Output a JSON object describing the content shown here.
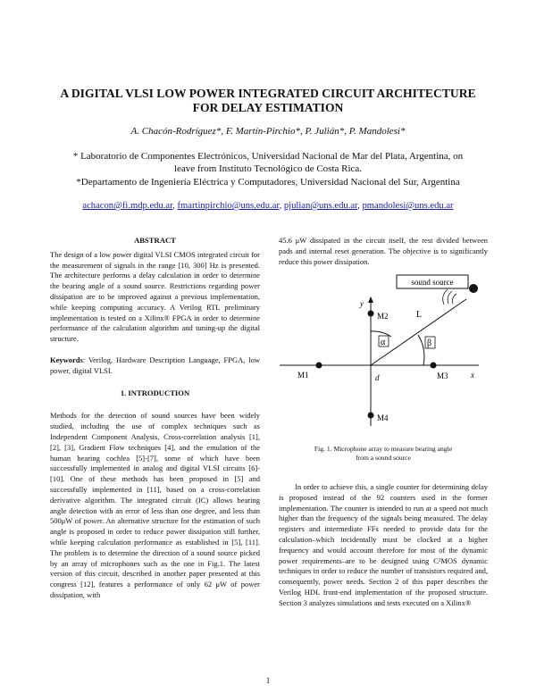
{
  "title_line1": "A DIGITAL VLSI LOW POWER INTEGRATED CIRCUIT ARCHITECTURE",
  "title_line2": "FOR DELAY ESTIMATION",
  "authors": "A. Chacón-Rodríguez*, F. Martín-Pirchio*, P. Julián*, P. Mandolesi*",
  "affiliation1_line1": "* Laboratorio de Componentes Electrónicos, Universidad Nacional de Mar del Plata, Argentina, on",
  "affiliation1_line2": "leave from Instituto Tecnológico de Costa Rica.",
  "affiliation2": "*Departamento de Ingeniería Eléctrica y Computadores, Universidad Nacional del Sur, Argentina",
  "emails": [
    "achacon@fi.mdp.edu.ar",
    "fmartinpirchio@uns.edu.ar",
    "pjulian@uns.edu.ar",
    "pmandolesi@uns.edu.ar"
  ],
  "abstract_heading": "ABSTRACT",
  "abstract_text": "The design of a low power digital VLSI CMOS integrated circuit for the measurement of signals in the range [10, 300] Hz is presented. The architecture performs a delay calculation in order to determine the bearing angle of a sound source. Restrictions regarding power dissipation are to be improved against a previous implementation, while keeping computing accuracy. A Verilog RTL preliminary implementation is tested on a Xilinx® FPGA in order to determine performance of the calculation algorithm and tuning-up the digital structure.",
  "keywords_label": "Keywords",
  "keywords_text": ": Verilog, Hardware Description Language, FPGA, low power, digital VLSI.",
  "intro_heading": "1. INTRODUCTION",
  "intro_p1": "Methods for the detection of sound sources have been widely studied, including the use of complex techniques such as Independent Component Analysis, Cross-correlation analysis [1], [2], [3], Gradient Flow techniques [4], and the emulation of the human hearing cochlea [5]-[7], some of which have been successfully implemented in analog and digital VLSI circuits [6]-[10]. One of these methods has been proposed in [5] and successfully implemented in [11], based on a cross-correlation derivative algorithm. The integrated circuit (IC) allows bearing angle detection with an error of less than one degree, and less than 500μW of power. An alternative structure for the estimation of such angle is proposed in order to reduce power dissipation still further, while keeping calculation performance as established in [5], [11]. The problem is to determine the direction of a sound source picked by an array of microphones such as the one in Fig.1. The latest version of this circuit, described in another paper presented at this congress [12], features a performance of only 62 μW of power dissipation, with",
  "right_p1": "45.6 μW dissipated in the circuit itself, the rest divided between pads and internal reset generation. The objective is to significantly reduce this power dissipation.",
  "figure": {
    "sound_source": "sound source",
    "labels": {
      "M1": "M1",
      "M2": "M2",
      "M3": "M3",
      "M4": "M4",
      "L": "L",
      "d": "d",
      "x": "x",
      "y": "y",
      "alpha": "α",
      "beta": "β"
    }
  },
  "caption_line1": "Fig. 1. Microphone array to measure bearing angle",
  "caption_line2": "from a sound source",
  "right_p2": "In order to achieve this, a single counter for determining delay is proposed instead of the 92 counters used in the former implementation. The counter is intended to run at a speed not much higher than the frequency of the signals being measured. The delay registers and intermediate FFs needed to provide data for the calculation–which incidentally must be clocked at a higher frequency and would account therefore for most of the dynamic power requirements–are to be designed using C²MOS dynamic techniques in order to reduce the number of transistors required and, consequently, power needs. Section 2 of this paper describes the Verilog HDL front-end implementation of the proposed structure. Section 3 analyzes simulations and tests executed on a Xilinx®",
  "page_number": "1"
}
